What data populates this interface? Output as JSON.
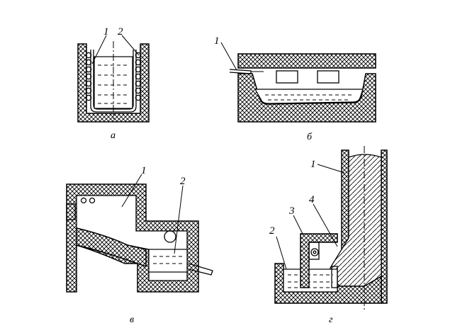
{
  "panels": {
    "a": {
      "caption": "а",
      "labels": [
        "1",
        "2"
      ]
    },
    "b": {
      "caption": "б",
      "labels": [
        "1"
      ]
    },
    "v": {
      "caption": "в",
      "labels": [
        "1",
        "2"
      ]
    },
    "g": {
      "caption": "г",
      "labels": [
        "1",
        "2",
        "3",
        "4"
      ]
    }
  }
}
